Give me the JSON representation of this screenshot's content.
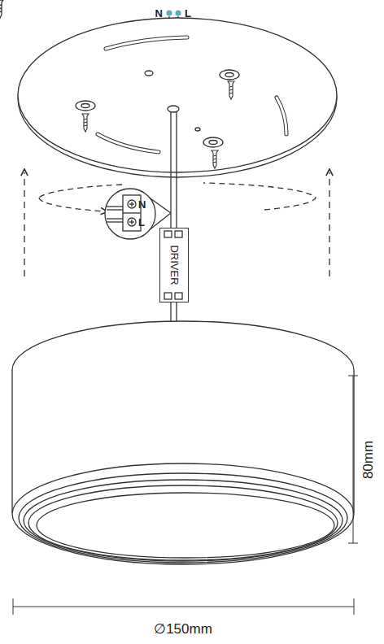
{
  "diagram": {
    "nodes": [
      {
        "text": [
          "DRIVER"
        ]
      }
    ],
    "labels": [
      "N",
      "L",
      "N",
      "L",
      "80mm",
      "∅150mm"
    ]
  }
}
